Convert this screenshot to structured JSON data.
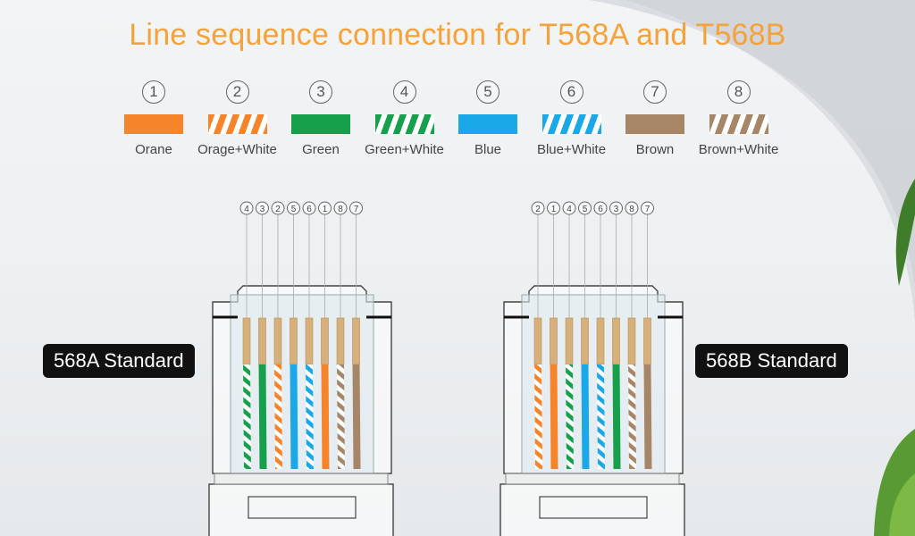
{
  "title": "Line sequence connection for T568A and T568B",
  "legend": [
    {
      "num": "1",
      "label": "Orane",
      "color": "#f5842a",
      "striped": false
    },
    {
      "num": "2",
      "label": "Orage+White",
      "color": "#f5842a",
      "striped": true
    },
    {
      "num": "3",
      "label": "Green",
      "color": "#16a04c",
      "striped": false
    },
    {
      "num": "4",
      "label": "Green+White",
      "color": "#16a04c",
      "striped": true
    },
    {
      "num": "5",
      "label": "Blue",
      "color": "#1aa8e8",
      "striped": false
    },
    {
      "num": "6",
      "label": "Blue+White",
      "color": "#1aa8e8",
      "striped": true
    },
    {
      "num": "7",
      "label": "Brown",
      "color": "#a78668",
      "striped": false
    },
    {
      "num": "8",
      "label": "Brown+White",
      "color": "#a78668",
      "striped": true
    }
  ],
  "connectors": [
    {
      "label": "568A Standard",
      "sequence": [
        "4",
        "3",
        "2",
        "5",
        "6",
        "1",
        "8",
        "7"
      ]
    },
    {
      "label": "568B Standard",
      "sequence": [
        "2",
        "1",
        "4",
        "5",
        "6",
        "3",
        "8",
        "7"
      ]
    }
  ],
  "pin_color": "#d6b07a"
}
